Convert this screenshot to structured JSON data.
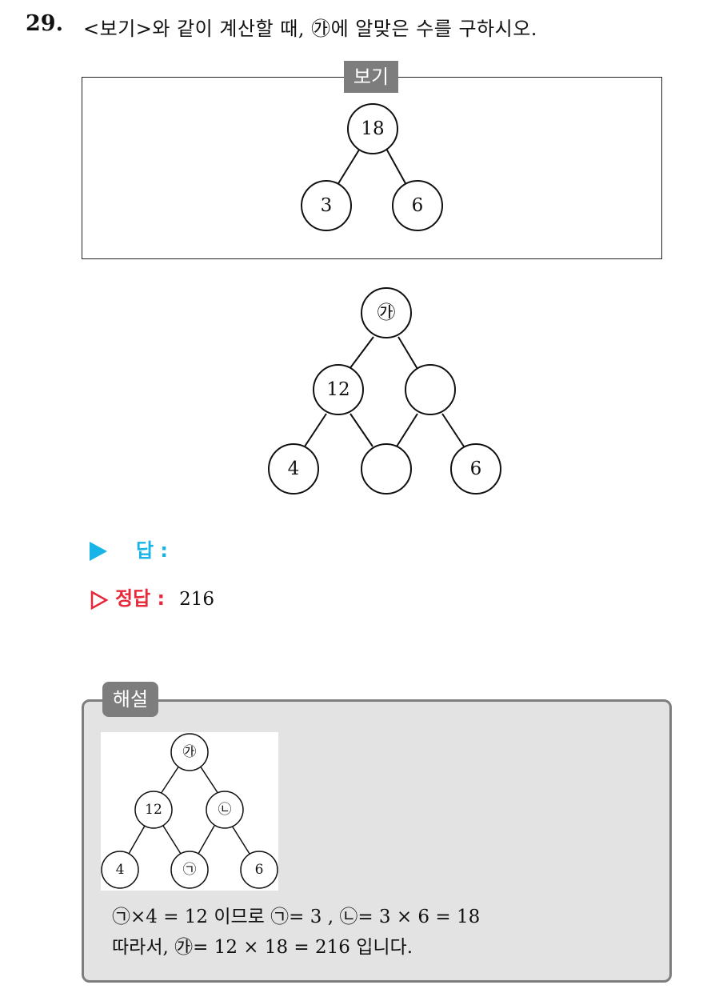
{
  "question": {
    "number": "29.",
    "text": "<보기>와 같이 계산할 때, ㉮에 알맞은 수를 구하시오."
  },
  "example": {
    "label": "보기",
    "top": "18",
    "left": "3",
    "right": "6"
  },
  "problem": {
    "top": "㉮",
    "mid_left": "12",
    "mid_right": "",
    "bottom_left": "4",
    "bottom_mid": "",
    "bottom_right": "6"
  },
  "answer": {
    "label": "답 :",
    "key_label": "정답 :",
    "key_value": "216",
    "colors": {
      "answer": "#18b4e8",
      "key": "#e8283a"
    }
  },
  "solution": {
    "label": "해설",
    "diagram": {
      "top": "㉮",
      "mid_left": "12",
      "mid_right": "㉡",
      "bottom_left": "4",
      "bottom_mid": "㉠",
      "bottom_right": "6"
    },
    "line1": "㉠×4 = 12 이므로 ㉠= 3 , ㉡= 3 × 6 = 18",
    "line2": "따라서, ㉮= 12 × 18 = 216 입니다."
  }
}
